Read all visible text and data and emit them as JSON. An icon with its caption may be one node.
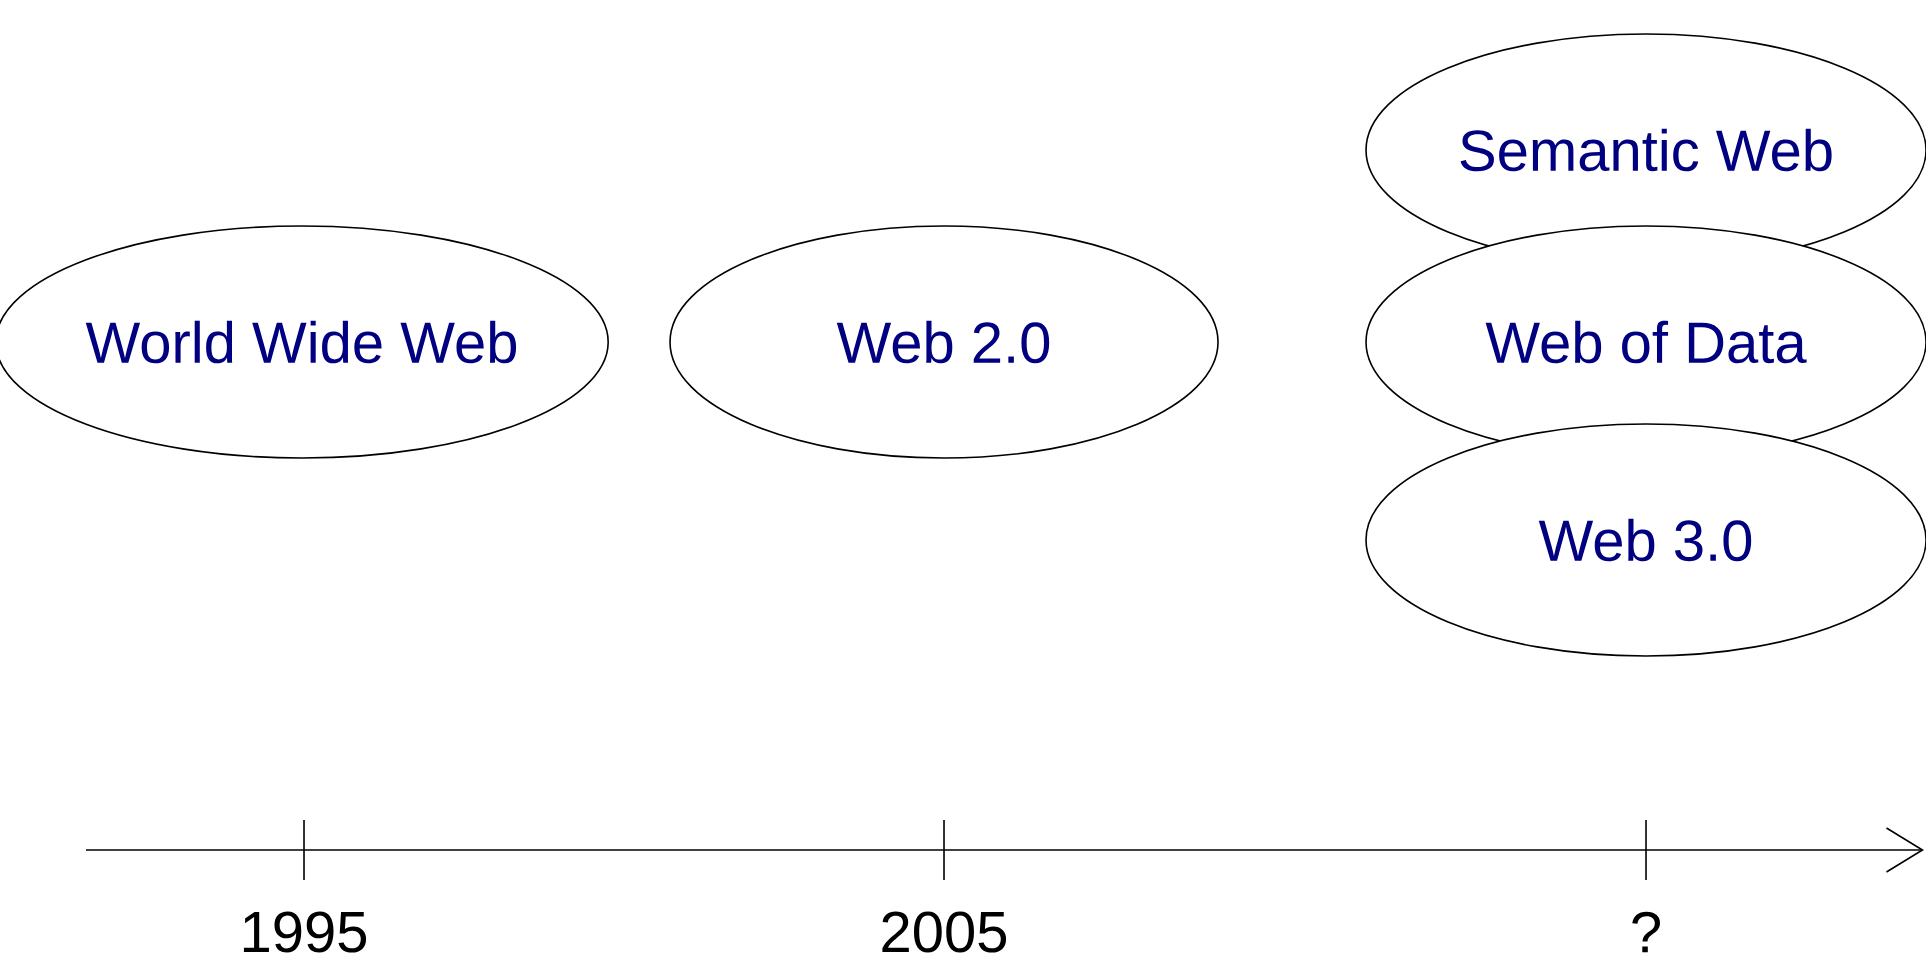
{
  "diagram": {
    "nodes": [
      {
        "text": [
          "World Wide Web"
        ]
      },
      {
        "text": [
          "Web 2.0"
        ]
      },
      {
        "text": [
          "Semantic Web"
        ]
      },
      {
        "text": [
          "Web of Data"
        ]
      },
      {
        "text": [
          "Web 3.0"
        ]
      }
    ],
    "labels": [
      "1995",
      "2005",
      "?"
    ]
  }
}
